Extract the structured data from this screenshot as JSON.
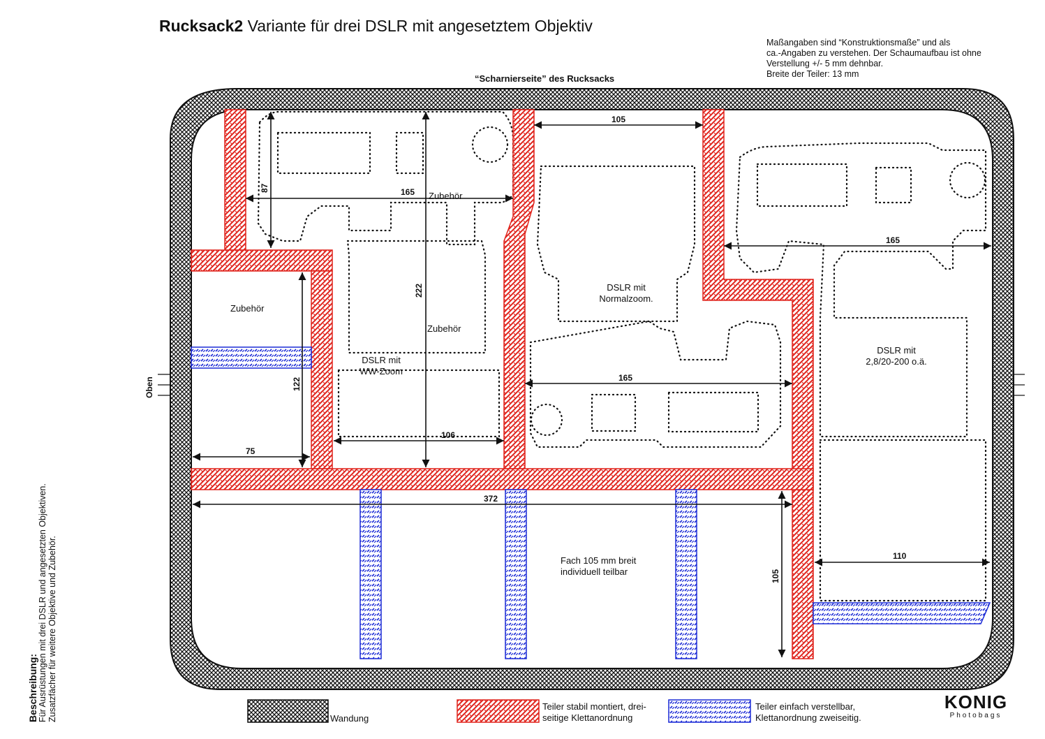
{
  "title": {
    "bold": "Rucksack2",
    "rest": " Variante für drei DSLR mit angesetztem Objektiv"
  },
  "note": {
    "line1": "Maßangaben sind “Konstruktionsmaße” und als",
    "line2": "ca.-Angaben zu verstehen. Der Schaumaufbau ist ohne",
    "line3": "Verstellung +/- 5 mm dehnbar.",
    "line4": "Breite der Teiler: 13 mm"
  },
  "hinge_label": "“Scharnierseite” des Rucksacks",
  "side_label": "Oben",
  "description": {
    "heading": "Beschreibung:",
    "line1": "Für Ausrüstungen mit drei DSLR und angesetzten Objektiven.",
    "line2": "Zusatzfächer für weitere Objektive und Zubehör."
  },
  "compartments": {
    "accessory_top": "Zubehör",
    "accessory_left": "Zubehör",
    "accessory_mid": "Zubehör",
    "dslr_ww": [
      "DSLR  mit",
      "WW-Zoom"
    ],
    "dslr_normal": [
      "DSLR  mit",
      "Normalzoom."
    ],
    "dslr_tele": [
      "DSLR  mit",
      "2,8/20-200 o.ä."
    ],
    "fach": [
      "Fach 105 mm breit",
      "individuell teilbar"
    ]
  },
  "dimensions": {
    "d87": "87",
    "d165_top": "165",
    "d222": "222",
    "d105_top": "105",
    "d165_right": "165",
    "d122": "122",
    "d75": "75",
    "d106": "106",
    "d165_mid": "165",
    "d372": "372",
    "d105_bottom": "105",
    "d110": "110"
  },
  "legend": {
    "wall": "Wandung",
    "fixed": [
      "Teiler stabil montiert, drei-",
      "seitige Klettanordnung"
    ],
    "movable": [
      "Teiler einfach verstellbar,",
      "Klettanordnung zweiseitig."
    ]
  },
  "logo": {
    "name": "KONIG",
    "sub": "Photobags"
  },
  "colors": {
    "fixed_divider": "#e0231c",
    "movable_divider": "#1c2bd6",
    "wall": "#111111"
  }
}
